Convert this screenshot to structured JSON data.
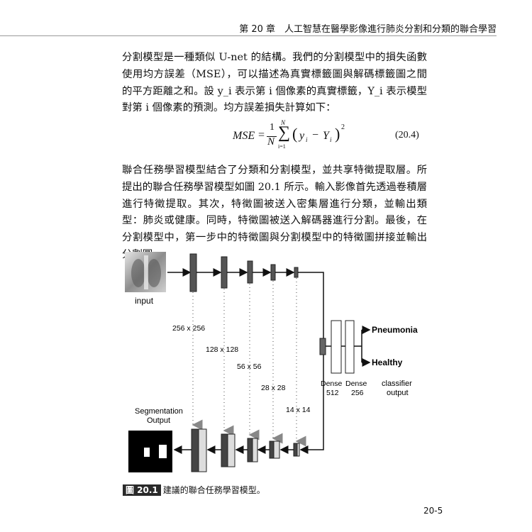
{
  "header": {
    "text": "第 20 章　人工智慧在醫學影像進行肺炎分割和分類的聯合學習"
  },
  "paragraph1": {
    "text": "分割模型是一種類似 U-net 的結構。我們的分割模型中的損失函數使用均方誤差（MSE），可以描述為真實標籤圖與解碼標籤圖之間的平方距離之和。設 y_i 表示第 i 個像素的真實標籤，Y_i 表示模型對第 i 個像素的預測。均方誤差損失計算如下："
  },
  "equation": {
    "lhs": "MSE",
    "coef_num": "1",
    "coef_den": "N",
    "sum_top": "N",
    "sum_bottom": "i=1",
    "term_y": "y",
    "term_Y": "Y",
    "sub": "i",
    "power": "2",
    "number": "(20.4)"
  },
  "paragraph2": {
    "text": "聯合任務學習模型結合了分類和分割模型，並共享特徵提取層。所提出的聯合任務學習模型如圖 20.1 所示。輸入影像首先透過卷積層進行特徵提取。其次，特徵圖被送入密集層進行分類，並輸出類型：肺炎或健康。同時，特徵圖被送入解碼器進行分割。最後，在分割模型中，第一步中的特徵圖與分割模型中的特徵圖拼接並輸出分割圖。"
  },
  "figure": {
    "input_label": "input",
    "sizes": [
      "256 x 256",
      "128 x 128",
      "56 x 56",
      "28 x 28",
      "14 x 14"
    ],
    "dense1_label": "Dense",
    "dense1_units": "512",
    "dense2_label": "Dense",
    "dense2_units": "256",
    "classifier_label_1": "classifier",
    "classifier_label_2": "output",
    "class_1": "Pneumonia",
    "class_2": "Healthy",
    "seg_label_1": "Segmentation",
    "seg_label_2": "Output"
  },
  "caption": {
    "tag": "圖 20.1",
    "text": "建議的聯合任務學習模型。"
  },
  "page_number": "20-5"
}
